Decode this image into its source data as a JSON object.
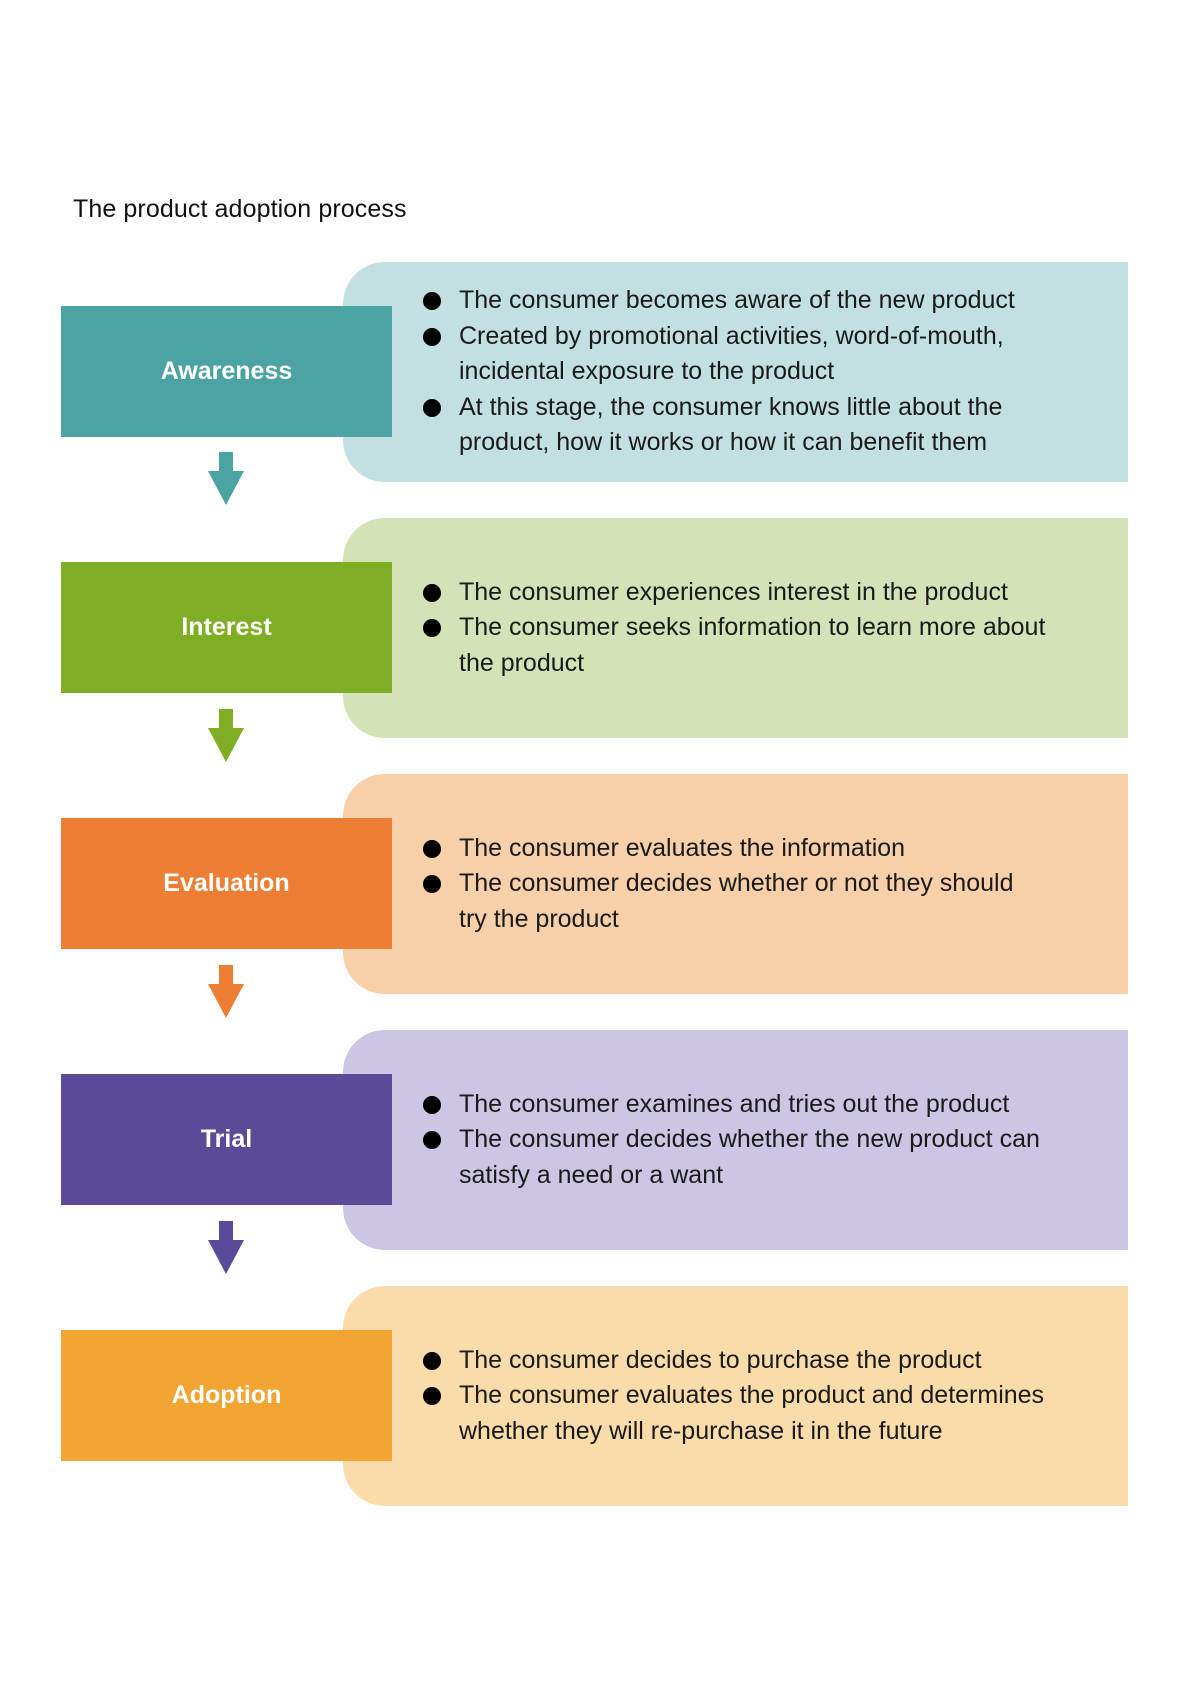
{
  "title": "The product adoption process",
  "stages": [
    {
      "label": "Awareness",
      "color": "#4BA3A3",
      "card_color": "#C2E0E1",
      "bullets": [
        "The consumer becomes aware of the new product",
        "Created by promotional activities, word-of-mouth, incidental exposure to the product",
        "At this stage, the consumer knows little about the product, how it works or how it can benefit them"
      ]
    },
    {
      "label": "Interest",
      "color": "#7EAE23",
      "card_color": "#D4E2B8",
      "bullets": [
        "The consumer experiences interest in the product",
        "The consumer seeks information to learn more about the product"
      ]
    },
    {
      "label": "Evaluation",
      "color": "#ED7E34",
      "card_color": "#F7CFA8",
      "bullets": [
        "The consumer evaluates the information",
        "The consumer decides whether or not they should try the product"
      ]
    },
    {
      "label": "Trial",
      "color": "#5B4A98",
      "card_color": "#CCC5E3",
      "bullets": [
        "The consumer examines and tries out the product",
        "The consumer decides whether the new product can satisfy a need or a want"
      ]
    },
    {
      "label": "Adoption",
      "color": "#F2A533",
      "card_color": "#FADCAA",
      "bullets": [
        "The consumer decides to purchase the product",
        "The consumer evaluates the product and determines whether they will re-purchase it in the future"
      ]
    }
  ]
}
